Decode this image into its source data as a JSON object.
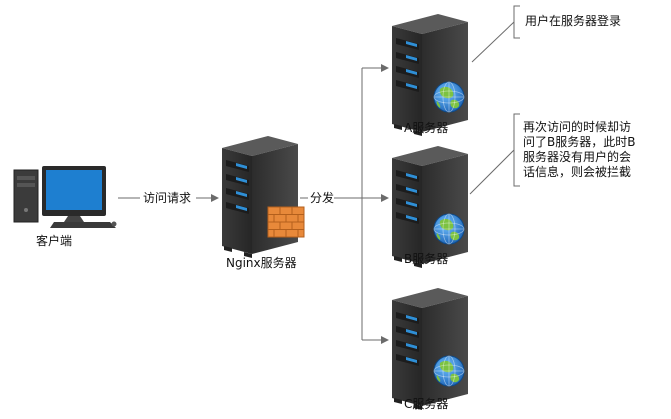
{
  "client": {
    "label": "客户端",
    "icon": "desktop-computer-icon"
  },
  "nginx": {
    "label": "Nginx服务器",
    "icon": "server-firewall-icon"
  },
  "edges": {
    "request": "访问请求",
    "distribute": "分发"
  },
  "servers": [
    {
      "label": "A服务器",
      "icon": "web-server-icon"
    },
    {
      "label": "B服务器",
      "icon": "web-server-icon"
    },
    {
      "label": "C服务器",
      "icon": "web-server-icon"
    }
  ],
  "notes": [
    {
      "lines": [
        "用户在服务器登录"
      ]
    },
    {
      "lines": [
        "再次访问的时候却访",
        "问了B服务器，此时B",
        "服务器没有用户的会",
        "话信息，则会被拦截"
      ]
    }
  ],
  "colors": {
    "line": "#6b6b6b",
    "server_dark": "#3a3a3a",
    "server_led": "#2f8fd6",
    "globe_blue": "#2a7fd4",
    "globe_green": "#7cc242",
    "firewall": "#e8893a",
    "monitor_screen": "#1e7fd0"
  }
}
